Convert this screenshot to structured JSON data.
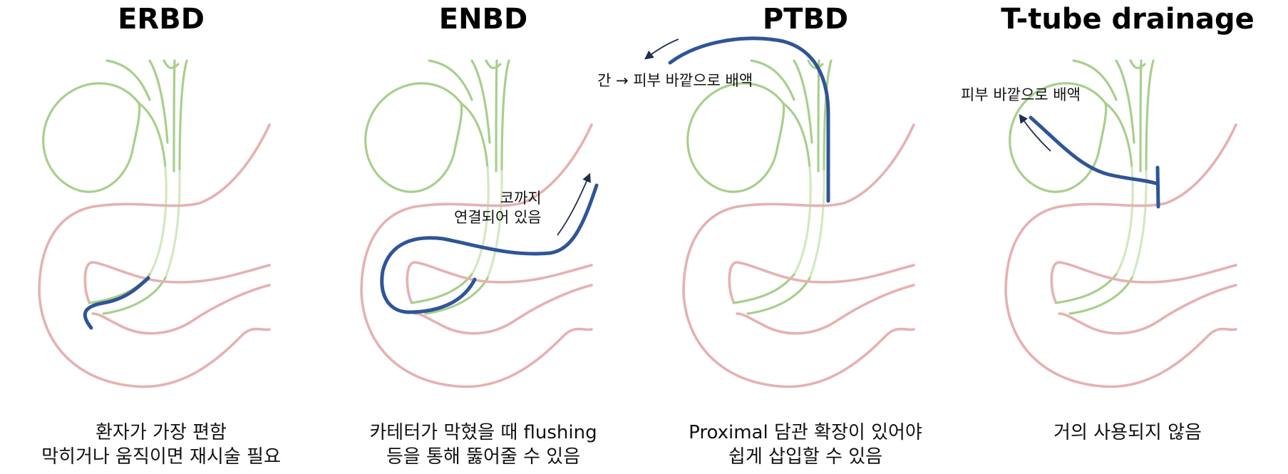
{
  "panels": [
    {
      "title": "ERBD",
      "caption": [
        "환자가 가장 편함",
        "막히거나 움직이면 재시술 필요"
      ],
      "notes": []
    },
    {
      "title": "ENBD",
      "caption": [
        "카테터가 막혔을 때 flushing",
        "등을 통해 뚫어줄 수 있음"
      ],
      "notes": [
        "코까지",
        "연결되어 있음"
      ]
    },
    {
      "title": "PTBD",
      "caption": [
        "Proximal 담관 확장이 있어야",
        "쉽게 삽입할 수 있음"
      ],
      "notes": [
        "간 → 피부 바깥으로 배액"
      ]
    },
    {
      "title": "T-tube drainage",
      "caption": [
        "거의 사용되지 않음"
      ],
      "notes": [
        "피부 바깥으로 배액"
      ]
    }
  ],
  "colors": {
    "bile_duct": "#a8cf8c",
    "duodenum": "#e6b1b1",
    "tube": "#2f5597"
  }
}
